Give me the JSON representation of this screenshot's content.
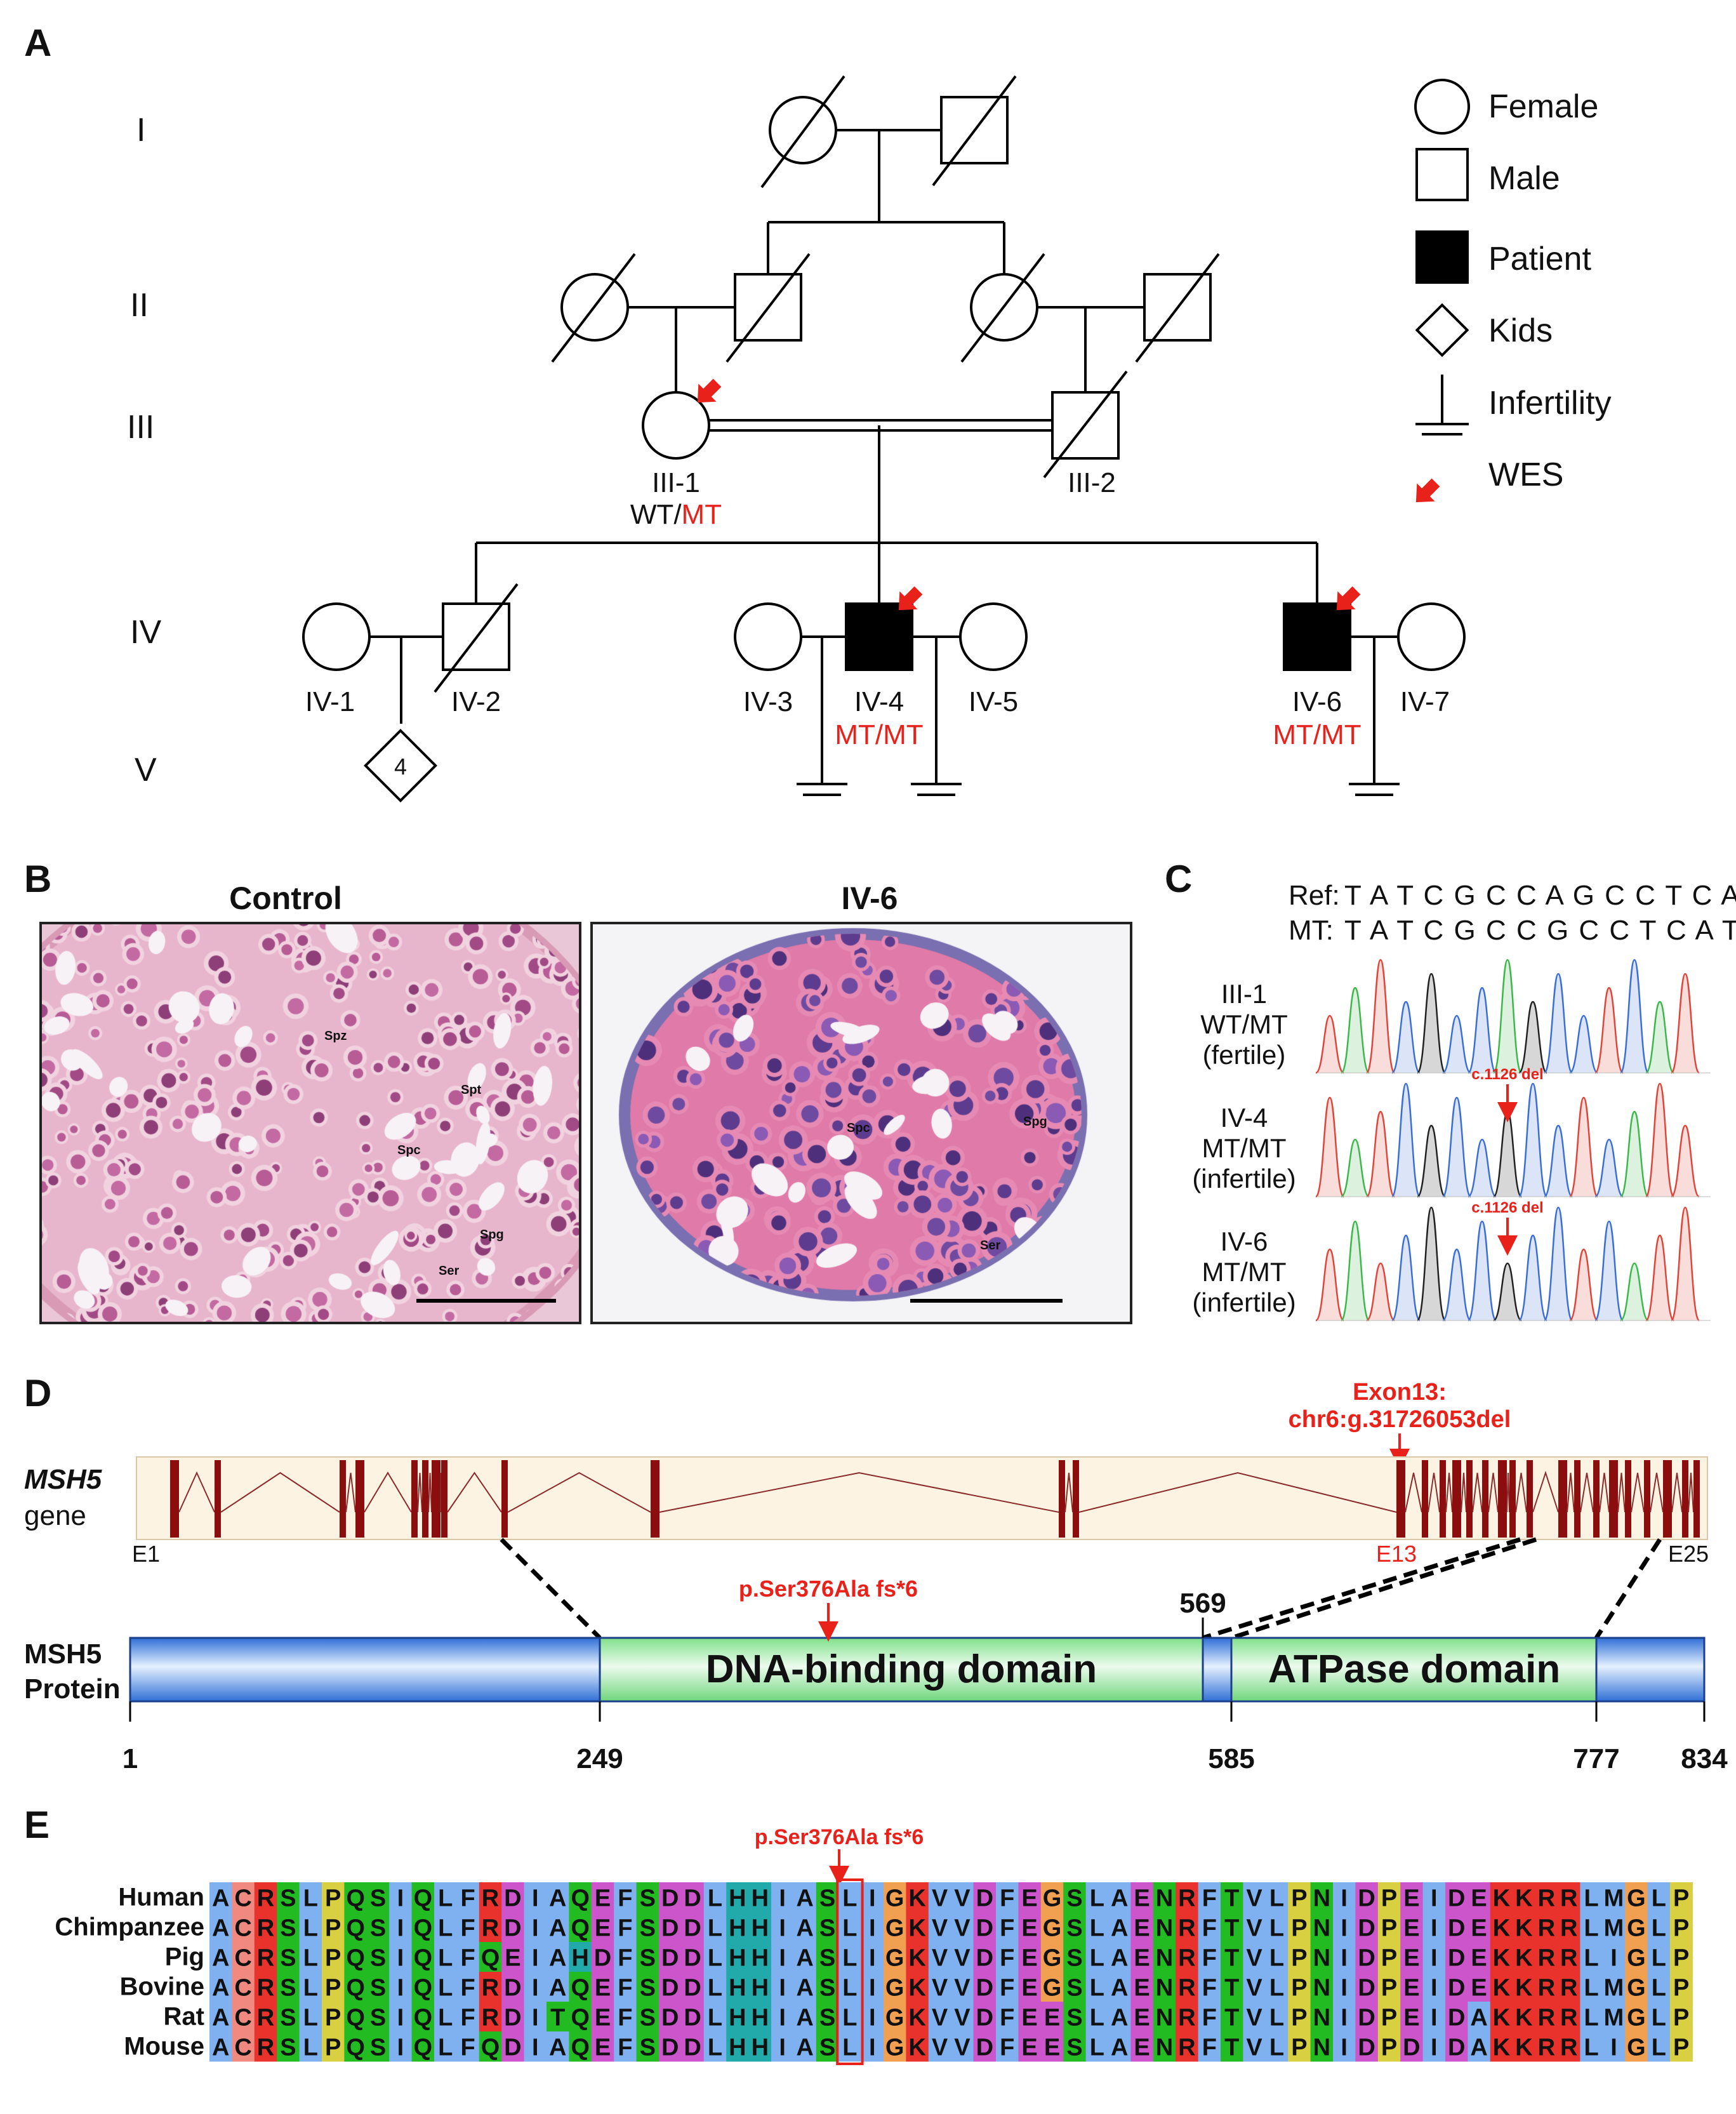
{
  "panels": {
    "a": "A",
    "b": "B",
    "c": "C",
    "d": "D",
    "e": "E"
  },
  "pedigree": {
    "generations": [
      "I",
      "II",
      "III",
      "IV",
      "V"
    ],
    "individuals": {
      "iii1": "III-1",
      "iii2": "III-2",
      "iv1": "IV-1",
      "iv2": "IV-2",
      "iv3": "IV-3",
      "iv4": "IV-4",
      "iv5": "IV-5",
      "iv6": "IV-6",
      "iv7": "IV-7"
    },
    "genotypes": {
      "iii1_wt": "WT/",
      "iii1_mt": "MT",
      "iv4": "MT/MT",
      "iv6": "MT/MT"
    },
    "kids_count": "4",
    "legend": [
      "Female",
      "Male",
      "Patient",
      "Kids",
      "Infertility",
      "WES"
    ],
    "colors": {
      "mutant": "#e8221b",
      "arrow": "#e8221b",
      "patient": "#000000"
    }
  },
  "histology": {
    "titles": [
      "Control",
      "IV-6"
    ],
    "control_labels": [
      "Spz",
      "Spt",
      "Spc",
      "Spg",
      "Ser"
    ],
    "patient_labels": [
      "Spc",
      "Spg",
      "Ser"
    ]
  },
  "chromatogram": {
    "ref_label": "Ref:",
    "ref_seq": "T A T C G C C A G C C T C A T",
    "mt_label": "MT:",
    "mt_seq": "T A T C G C C G C C T C A T T",
    "samples": [
      {
        "id": "III-1",
        "genotype": "WT/MT",
        "status": "(fertile)"
      },
      {
        "id": "IV-4",
        "genotype": "MT/MT",
        "status": "(infertile)"
      },
      {
        "id": "IV-6",
        "genotype": "MT/MT",
        "status": "(infertile)"
      }
    ],
    "deletion_label": "c.1126 del"
  },
  "gene": {
    "name": "MSH5",
    "word": "gene",
    "exon_note_1": "Exon13:",
    "exon_note_2": "chr6:g.31726053del",
    "first_exon": "E1",
    "mut_exon": "E13",
    "last_exon": "E25"
  },
  "protein": {
    "name": "MSH5",
    "word": "Protein",
    "mutation": "p.Ser376Ala fs*6",
    "domains": [
      "DNA-binding domain",
      "ATPase domain"
    ],
    "positions": [
      "1",
      "249",
      "569",
      "585",
      "777",
      "834"
    ]
  },
  "alignment": {
    "mutation": "p.Ser376Ala fs*6",
    "species": [
      "Human",
      "Chimpanzee",
      "Pig",
      "Bovine",
      "Rat",
      "Mouse"
    ],
    "sequences": [
      "ACRSLPQSIQLFRDIAQEFSDDLHHIASLIGKVVDFEGSLAENRFTVLPNIDPEIDEKKRRLMGLP",
      "ACRSLPQSIQLFRDIAQEFSDDLHHIASLIGKVVDFEGSLAENRFTVLPNIDPEIDEKKRRLMGLP",
      "ACRSLPQSIQLFQEIAHDFSDDLHHIASLIGKVVDFEGSLAENRFTVLPNIDPEIDEKKRRLIGLP",
      "ACRSLPQSIQLFRDIAQEFSDDLHHIASLIGKVVDFEGSLAENRFTVLPNIDPEIDEKKRRLMGLP",
      "ACRSLPQSIQLFRDITQEFSDDLHHIASLIGKVVDFEESLAENRFTVLPNIDPEIDAKKRRLMGLP",
      "ACRSLPQSIQLFQDIAQEFSDDLHHIASLIGKVVDFEESLAENRFTVLPNIDPDIDAKKRRLIGLP"
    ],
    "highlight_residue": 28
  }
}
